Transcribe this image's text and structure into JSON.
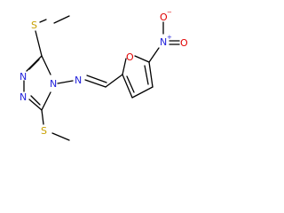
{
  "molecule": {
    "atoms": [
      {
        "id": "s_top",
        "label": "S",
        "color": "#c8a000"
      },
      {
        "id": "s_bottom",
        "label": "S",
        "color": "#c8a000"
      },
      {
        "id": "n_ring_1",
        "label": "N",
        "color": "#1f1fdb"
      },
      {
        "id": "n_ring_2",
        "label": "N",
        "color": "#1f1fdb"
      },
      {
        "id": "n_ring_4",
        "label": "N",
        "color": "#1f1fdb"
      },
      {
        "id": "n_imine",
        "label": "N",
        "color": "#1f1fdb"
      },
      {
        "id": "o_furan",
        "label": "O",
        "color": "#e00000"
      },
      {
        "id": "n_nitro",
        "label": "N",
        "color": "#1f1fdb",
        "charge": "+"
      },
      {
        "id": "o_nitro_1",
        "label": "O",
        "color": "#e00000",
        "charge": "−"
      },
      {
        "id": "o_nitro_2",
        "label": "O",
        "color": "#e00000"
      }
    ],
    "bond_color": "#000000"
  }
}
